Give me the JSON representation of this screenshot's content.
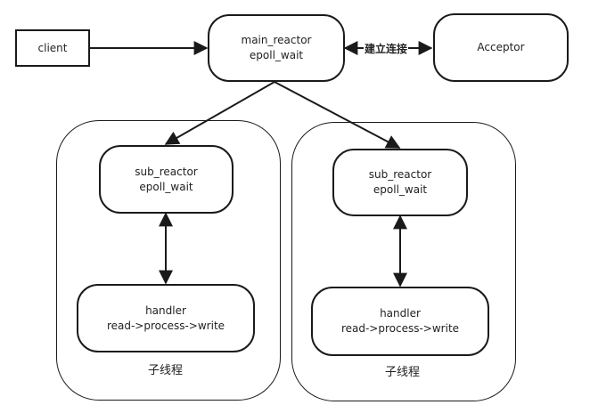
{
  "nodes": {
    "client": {
      "label": "client"
    },
    "main_reactor": {
      "line1": "main_reactor",
      "line2": "epoll_wait"
    },
    "acceptor": {
      "label": "Acceptor"
    },
    "sub_reactor_left": {
      "line1": "sub_reactor",
      "line2": "epoll_wait"
    },
    "handler_left": {
      "line1": "handler",
      "line2": "read->process->write"
    },
    "sub_reactor_right": {
      "line1": "sub_reactor",
      "line2": "epoll_wait"
    },
    "handler_right": {
      "line1": "handler",
      "line2": "read->process->write"
    }
  },
  "groups": {
    "left": {
      "label": "子线程"
    },
    "right": {
      "label": "子线程"
    }
  },
  "edges": {
    "main_acceptor": {
      "label": "建立连接"
    }
  },
  "colors": {
    "stroke": "#1a1a1a",
    "text": "#222222",
    "background": "#ffffff"
  }
}
